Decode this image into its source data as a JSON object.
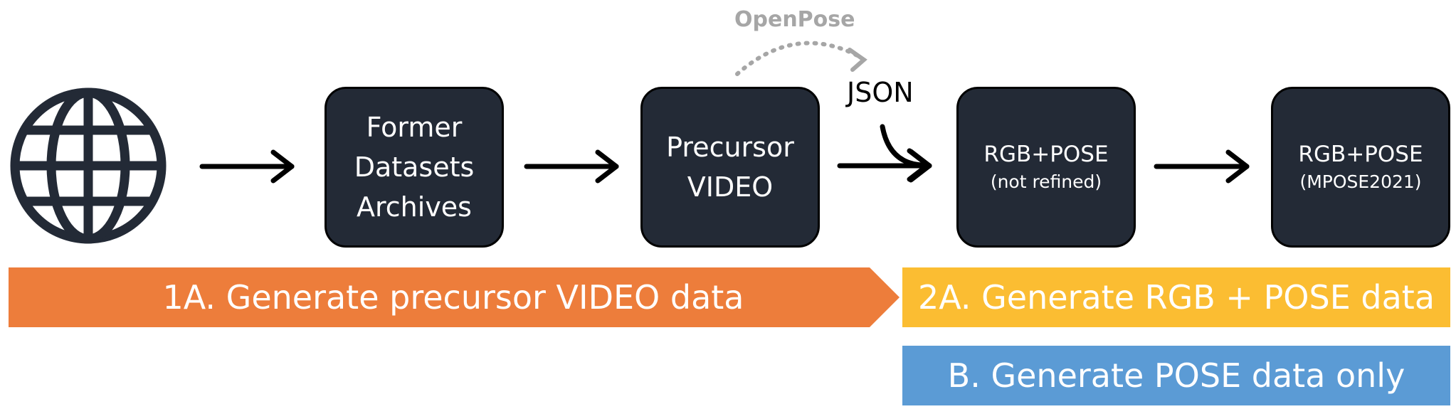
{
  "nodes": {
    "former": {
      "lines": [
        "Former",
        "Datasets",
        "Archives"
      ]
    },
    "precursor": {
      "lines": [
        "Precursor",
        "VIDEO"
      ]
    },
    "rgbpose_unrefined": {
      "title": "RGB+POSE",
      "subtitle": "(not refined)"
    },
    "rgbpose_mpose": {
      "title": "RGB+POSE",
      "subtitle": "(MPOSE2021)"
    }
  },
  "labels": {
    "openpose": "OpenPose",
    "json": "JSON"
  },
  "banners": {
    "step_1a": {
      "text": "1A. Generate precursor VIDEO data",
      "color": "#ed7d3b"
    },
    "step_2a": {
      "text": "2A. Generate RGB + POSE data",
      "color": "#fbbd32"
    },
    "step_b": {
      "text": "B. Generate POSE data only",
      "color": "#5b9bd5"
    }
  },
  "icons": {
    "source": "globe-icon"
  },
  "colors": {
    "node_fill": "#232a36",
    "arrow": "#000000",
    "dotted_arrow": "#a6a6a6"
  }
}
